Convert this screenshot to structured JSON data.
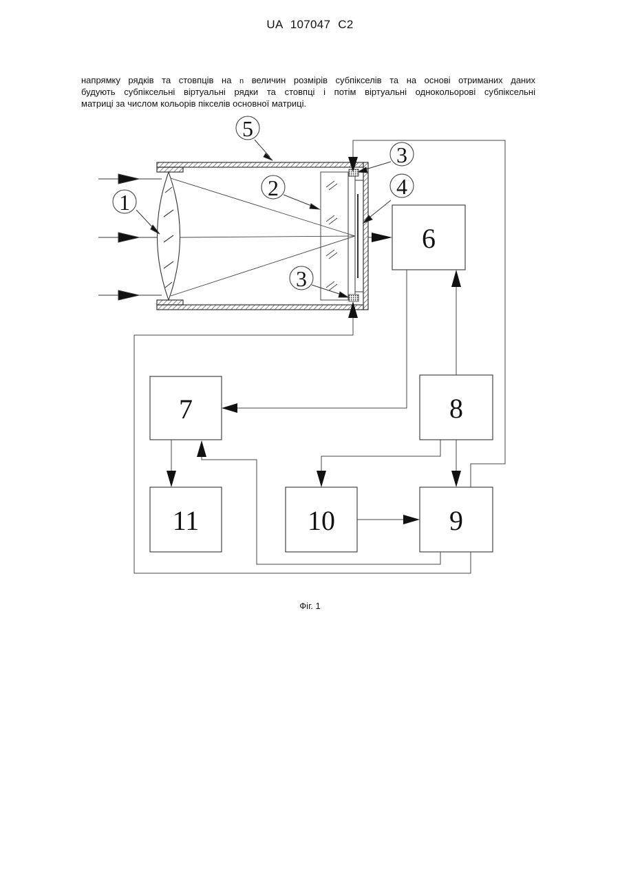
{
  "header": {
    "document_id": "UA   107047   C2"
  },
  "paragraph": {
    "line1_a": "напрямку рядків та стовпців на",
    "line1_var": "n",
    "line1_b": "величин розмірів субпікселів та на основі отриманих даних",
    "line2": "будують субпіксельні віртуальні рядки та стовпці і потім віртуальні однокольорові субпіксельні",
    "line3": "матриці за числом кольорів пікселів основної матриці."
  },
  "figure": {
    "labels": {
      "lens": "1",
      "filter": "2",
      "holder_top": "3",
      "holder_bottom": "3",
      "sensor": "4",
      "housing": "5"
    },
    "blocks": {
      "b6": "6",
      "b7": "7",
      "b8": "8",
      "b9": "9",
      "b10": "10",
      "b11": "11"
    },
    "caption": "Фіг. 1"
  },
  "colors": {
    "ink": "#111111",
    "line": "#333333",
    "hatch": "#555555"
  }
}
